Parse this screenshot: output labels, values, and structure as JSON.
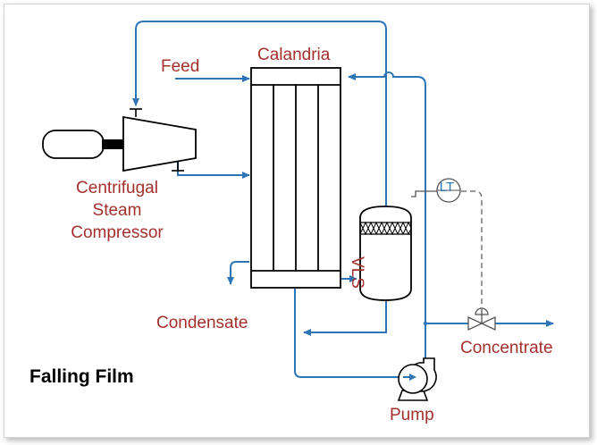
{
  "diagram": {
    "title": "Falling Film",
    "labels": {
      "feed": "Feed",
      "calandria": "Calandria",
      "compressor": [
        "Centrifugal",
        "Steam",
        "Compressor"
      ],
      "condensate": "Condensate",
      "vls": "VLS",
      "lt": "LT",
      "concentrate": "Concentrate",
      "pump": "Pump"
    },
    "colors": {
      "pipe": "#2f75b5",
      "label": "#a3302c",
      "equipment_outline": "#000000",
      "equipment_fill": "#ffffff",
      "signal_line": "#444444"
    },
    "icons": [
      "motor-icon",
      "compressor-icon",
      "calandria-icon",
      "vls-icon",
      "pump-icon",
      "control-valve-icon",
      "level-transmitter-icon"
    ]
  }
}
